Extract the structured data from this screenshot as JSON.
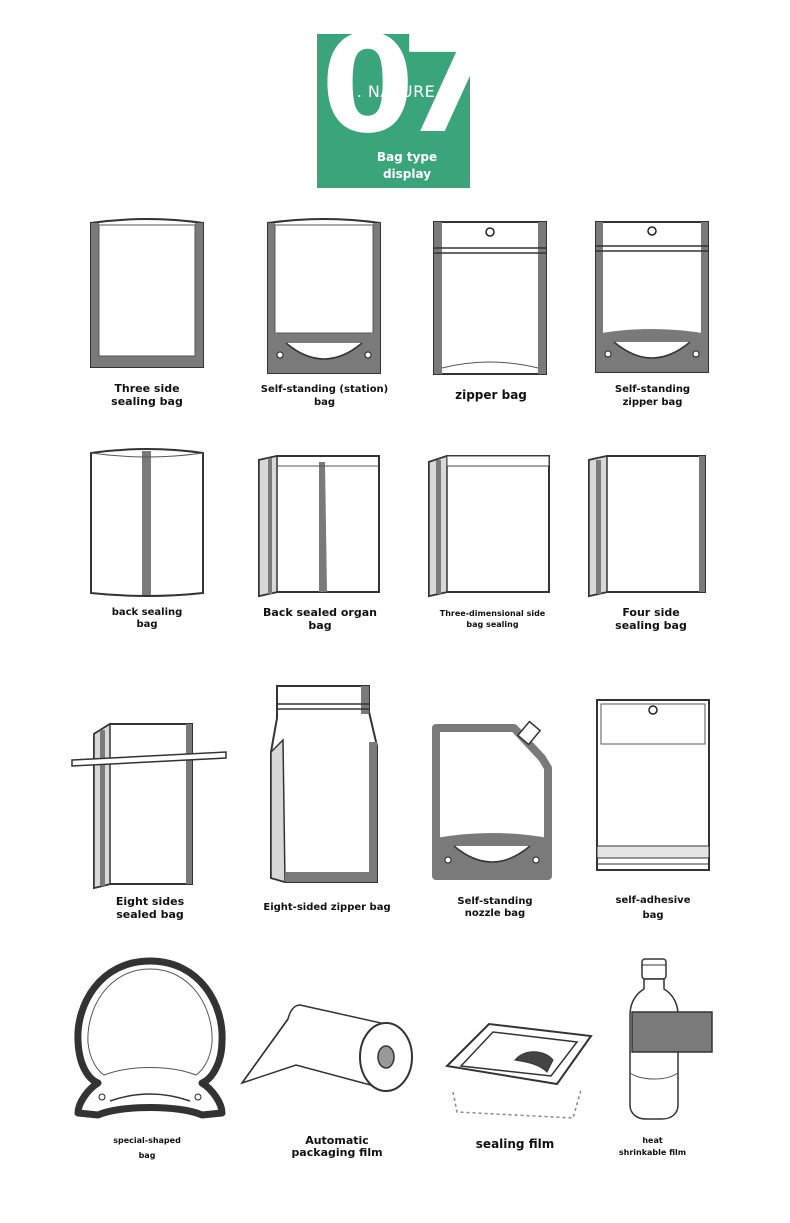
{
  "header": {
    "number": "07",
    "brand": "P . NATURE",
    "subtitle_line1": "Bag type",
    "subtitle_line2": "display",
    "accent_color": "#3aa57a"
  },
  "bags": [
    {
      "id": "three-side-sealing-bag",
      "lines": [
        "Three side",
        "sealing bag"
      ]
    },
    {
      "id": "self-standing-station-bag",
      "lines": [
        "Self-standing (station)",
        "bag"
      ]
    },
    {
      "id": "zipper-bag",
      "lines": [
        "zipper bag"
      ]
    },
    {
      "id": "self-standing-zipper-bag",
      "lines": [
        "Self-standing",
        "zipper bag"
      ]
    },
    {
      "id": "back-sealing-bag",
      "lines": [
        "back sealing",
        "bag"
      ]
    },
    {
      "id": "back-sealed-organ-bag",
      "lines": [
        "Back sealed organ",
        "bag"
      ]
    },
    {
      "id": "three-dimensional-side-bag",
      "lines": [
        "Three-dimensional side",
        "bag sealing"
      ]
    },
    {
      "id": "four-side-sealing-bag",
      "lines": [
        "Four side",
        "sealing bag"
      ]
    },
    {
      "id": "eight-sides-sealed-bag",
      "lines": [
        "Eight sides",
        "sealed bag"
      ]
    },
    {
      "id": "eight-sided-zipper-bag",
      "lines": [
        "Eight-sided zipper bag"
      ]
    },
    {
      "id": "self-standing-nozzle-bag",
      "lines": [
        "Self-standing",
        "nozzle bag"
      ]
    },
    {
      "id": "self-adhesive-bag",
      "lines": [
        "self-adhesive",
        "bag"
      ]
    },
    {
      "id": "special-shaped-bag",
      "lines": [
        "special-shaped",
        "bag"
      ]
    },
    {
      "id": "automatic-packaging-film",
      "lines": [
        "Automatic",
        "packaging film"
      ]
    },
    {
      "id": "sealing-film",
      "lines": [
        "sealing film"
      ]
    },
    {
      "id": "heat-shrinkable-film",
      "lines": [
        "heat",
        "shrinkable film"
      ]
    }
  ]
}
